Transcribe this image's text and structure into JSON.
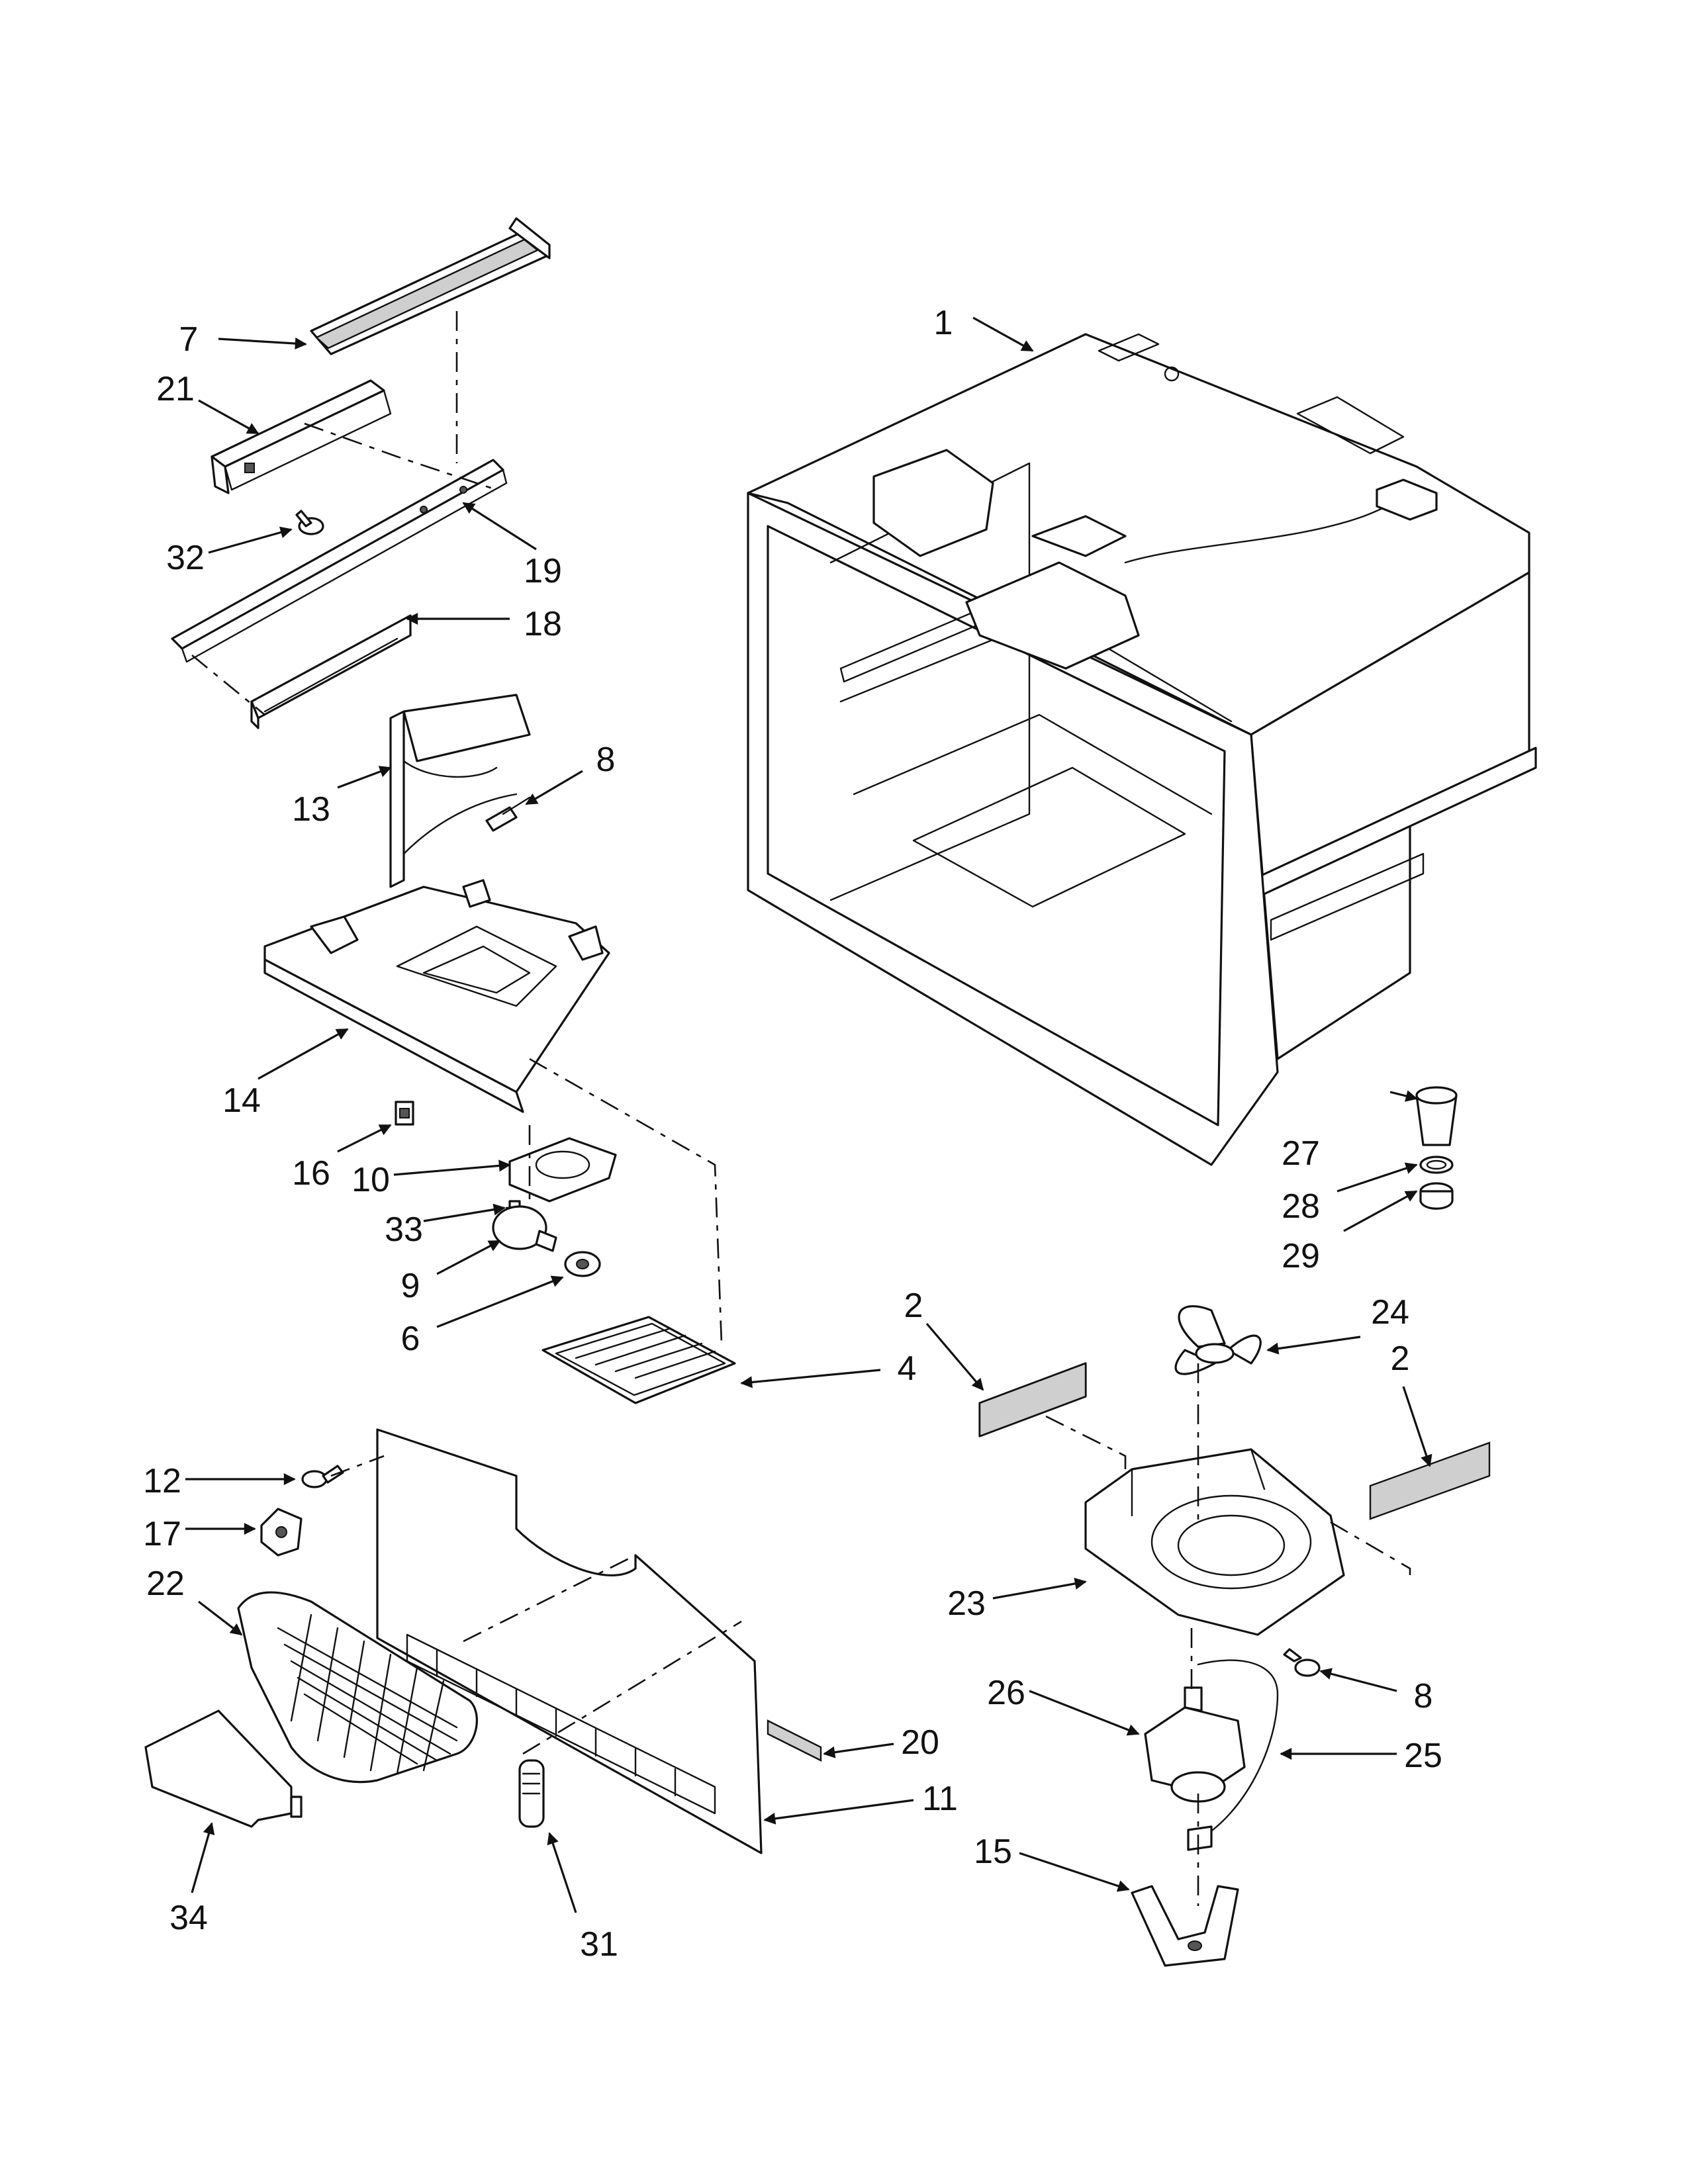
{
  "callouts": [
    {
      "id": "c1",
      "label": "1"
    },
    {
      "id": "c2a",
      "label": "2"
    },
    {
      "id": "c2b",
      "label": "2"
    },
    {
      "id": "c4",
      "label": "4"
    },
    {
      "id": "c6",
      "label": "6"
    },
    {
      "id": "c7",
      "label": "7"
    },
    {
      "id": "c8a",
      "label": "8"
    },
    {
      "id": "c8b",
      "label": "8"
    },
    {
      "id": "c9",
      "label": "9"
    },
    {
      "id": "c10",
      "label": "10"
    },
    {
      "id": "c11",
      "label": "11"
    },
    {
      "id": "c12",
      "label": "12"
    },
    {
      "id": "c13",
      "label": "13"
    },
    {
      "id": "c14",
      "label": "14"
    },
    {
      "id": "c15",
      "label": "15"
    },
    {
      "id": "c16",
      "label": "16"
    },
    {
      "id": "c17",
      "label": "17"
    },
    {
      "id": "c18",
      "label": "18"
    },
    {
      "id": "c19",
      "label": "19"
    },
    {
      "id": "c20",
      "label": "20"
    },
    {
      "id": "c21",
      "label": "21"
    },
    {
      "id": "c22",
      "label": "22"
    },
    {
      "id": "c23",
      "label": "23"
    },
    {
      "id": "c24",
      "label": "24"
    },
    {
      "id": "c25",
      "label": "25"
    },
    {
      "id": "c26",
      "label": "26"
    },
    {
      "id": "c27",
      "label": "27"
    },
    {
      "id": "c28",
      "label": "28"
    },
    {
      "id": "c29",
      "label": "29"
    },
    {
      "id": "c31",
      "label": "31"
    },
    {
      "id": "c32",
      "label": "32"
    },
    {
      "id": "c33",
      "label": "33"
    },
    {
      "id": "c34",
      "label": "34"
    }
  ]
}
